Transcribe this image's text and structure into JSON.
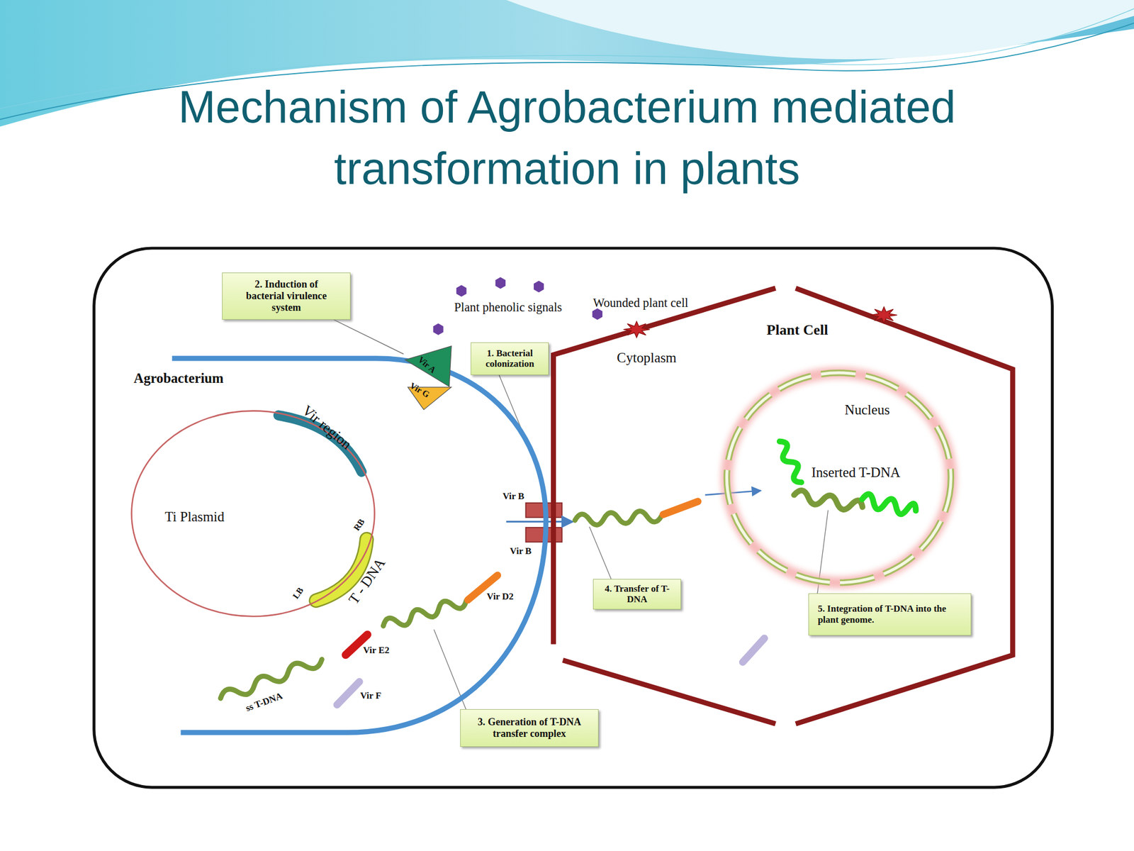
{
  "diagram": {
    "title": "Mechanism of Agrobacterium mediated transformation in plants",
    "nodes": [
      {
        "text": [
          "Agrobacterium"
        ]
      },
      {
        "text": [
          "Ti Plasmid"
        ],
        "in": 0
      },
      {
        "text": [
          "Vir A"
        ]
      },
      {
        "text": [
          "Vir G"
        ]
      },
      {
        "text": [
          "Plant Cell",
          "Cytoplasm"
        ]
      },
      {
        "text": [
          "Nucleus",
          "Inserted T-DNA"
        ],
        "in": 4
      },
      {
        "text": [
          "2. Induction of bacterial virulence system"
        ]
      },
      {
        "text": [
          "1. Bacterial colonization"
        ]
      },
      {
        "text": [
          "4. Transfer of T-DNA"
        ]
      },
      {
        "text": [
          "5. Integration of T-DNA into the plant genome."
        ]
      },
      {
        "text": [
          "3. Generation of T-DNA transfer complex"
        ]
      }
    ],
    "edges": [
      {
        "from": 6,
        "to": 2,
        "arrow": "none"
      }
    ],
    "labels": [
      "Vir region",
      "RB",
      "LB",
      "T - DNA",
      "ss T-DNA",
      "Vir E2",
      "Vir F",
      "Vir D2",
      "Vir B",
      "Vir B",
      "Plant phenolic signals",
      "Wounded plant cell"
    ]
  }
}
